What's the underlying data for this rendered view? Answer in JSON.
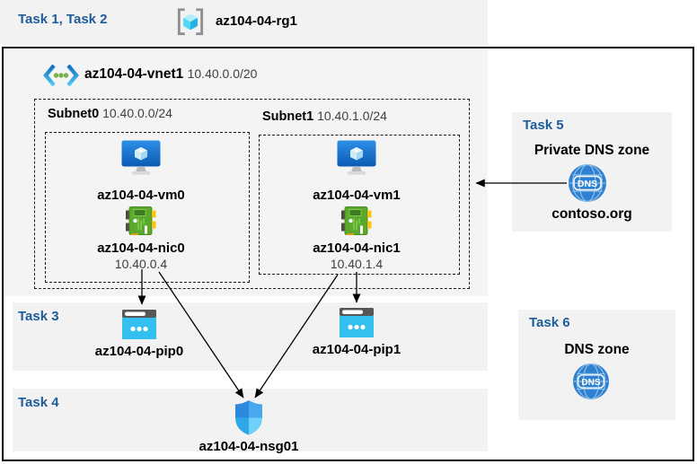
{
  "colors": {
    "task_label_blue": "#1d5c9b",
    "panel_gray": "#f2f2f2",
    "vm_blue": "#1878d4",
    "nic_green": "#5aa82c",
    "pip_cyan": "#33c0ee",
    "dns_blue": "#2f80d0",
    "nsg_blues": [
      "#2d89de",
      "#47a8ef",
      "#2fa7e8",
      "#6fd1f8"
    ]
  },
  "header": {
    "tasks_label": "Task 1, Task 2",
    "resource_group": "az104-04-rg1"
  },
  "vnet": {
    "name": "az104-04-vnet1",
    "cidr": "10.40.0.0/20",
    "subnets": [
      {
        "name": "Subnet0",
        "cidr": "10.40.0.0/24",
        "vm": "az104-04-vm0",
        "nic": "az104-04-nic0",
        "ip": "10.40.0.4"
      },
      {
        "name": "Subnet1",
        "cidr": "10.40.1.0/24",
        "vm": "az104-04-vm1",
        "nic": "az104-04-nic1",
        "ip": "10.40.1.4"
      }
    ]
  },
  "task3": {
    "label": "Task 3",
    "pip0": "az104-04-pip0",
    "pip1": "az104-04-pip1"
  },
  "task4": {
    "label": "Task 4",
    "nsg": "az104-04-nsg01"
  },
  "task5": {
    "label": "Task 5",
    "title": "Private DNS zone",
    "zone": "contoso.org",
    "dns_icon_text": "DNS"
  },
  "task6": {
    "label": "Task 6",
    "title": "DNS zone",
    "dns_icon_text": "DNS"
  }
}
